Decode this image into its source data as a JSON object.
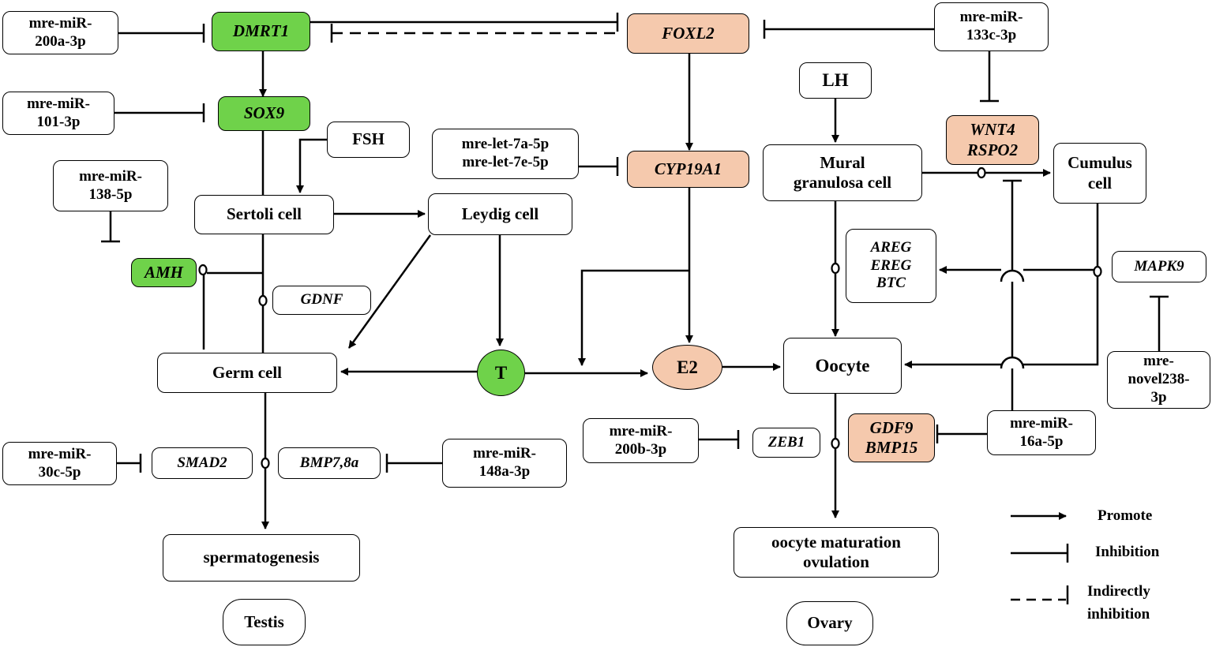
{
  "colors": {
    "green": "#6fd24a",
    "peach": "#f5c9ad",
    "line": "#000000"
  },
  "nodes": {
    "mir200a": "mre-miR-\n200a-3p",
    "dmrt1": "DMRT1",
    "foxl2": "FOXL2",
    "mir133c": "mre-miR-\n133c-3p",
    "mir101": "mre-miR-\n101-3p",
    "sox9": "SOX9",
    "fsh": "FSH",
    "let7": "mre-let-7a-5p\nmre-let-7e-5p",
    "cyp19a1": "CYP19A1",
    "lh": "LH",
    "wnt4": "WNT4\nRSPO2",
    "mural": "Mural\ngranulosa cell",
    "cumulus": "Cumulus\ncell",
    "mir138": "mre-miR-\n138-5p",
    "sertoli": "Sertoli cell",
    "leydig": "Leydig cell",
    "areg": "AREG\nEREG\nBTC",
    "mapk9": "MAPK9",
    "amh": "AMH",
    "gdnf": "GDNF",
    "germ": "Germ cell",
    "t": "T",
    "e2": "E2",
    "oocyte": "Oocyte",
    "novel238": "mre-\nnovel238-\n3p",
    "mir200b": "mre-miR-\n200b-3p",
    "zeb1": "ZEB1",
    "gdf9": "GDF9\nBMP15",
    "mir16a": "mre-miR-\n16a-5p",
    "mir30c": "mre-miR-\n30c-5p",
    "smad2": "SMAD2",
    "bmp78a": "BMP7,8a",
    "mir148a": "mre-miR-\n148a-3p",
    "spermatogenesis": "spermatogenesis",
    "oocyte_maturation": "oocyte maturation\novulation",
    "testis": "Testis",
    "ovary": "Ovary"
  },
  "legend": {
    "promote": "Promote",
    "inhibition": "Inhibition",
    "indirect": "Indirectly\ninhibition"
  }
}
